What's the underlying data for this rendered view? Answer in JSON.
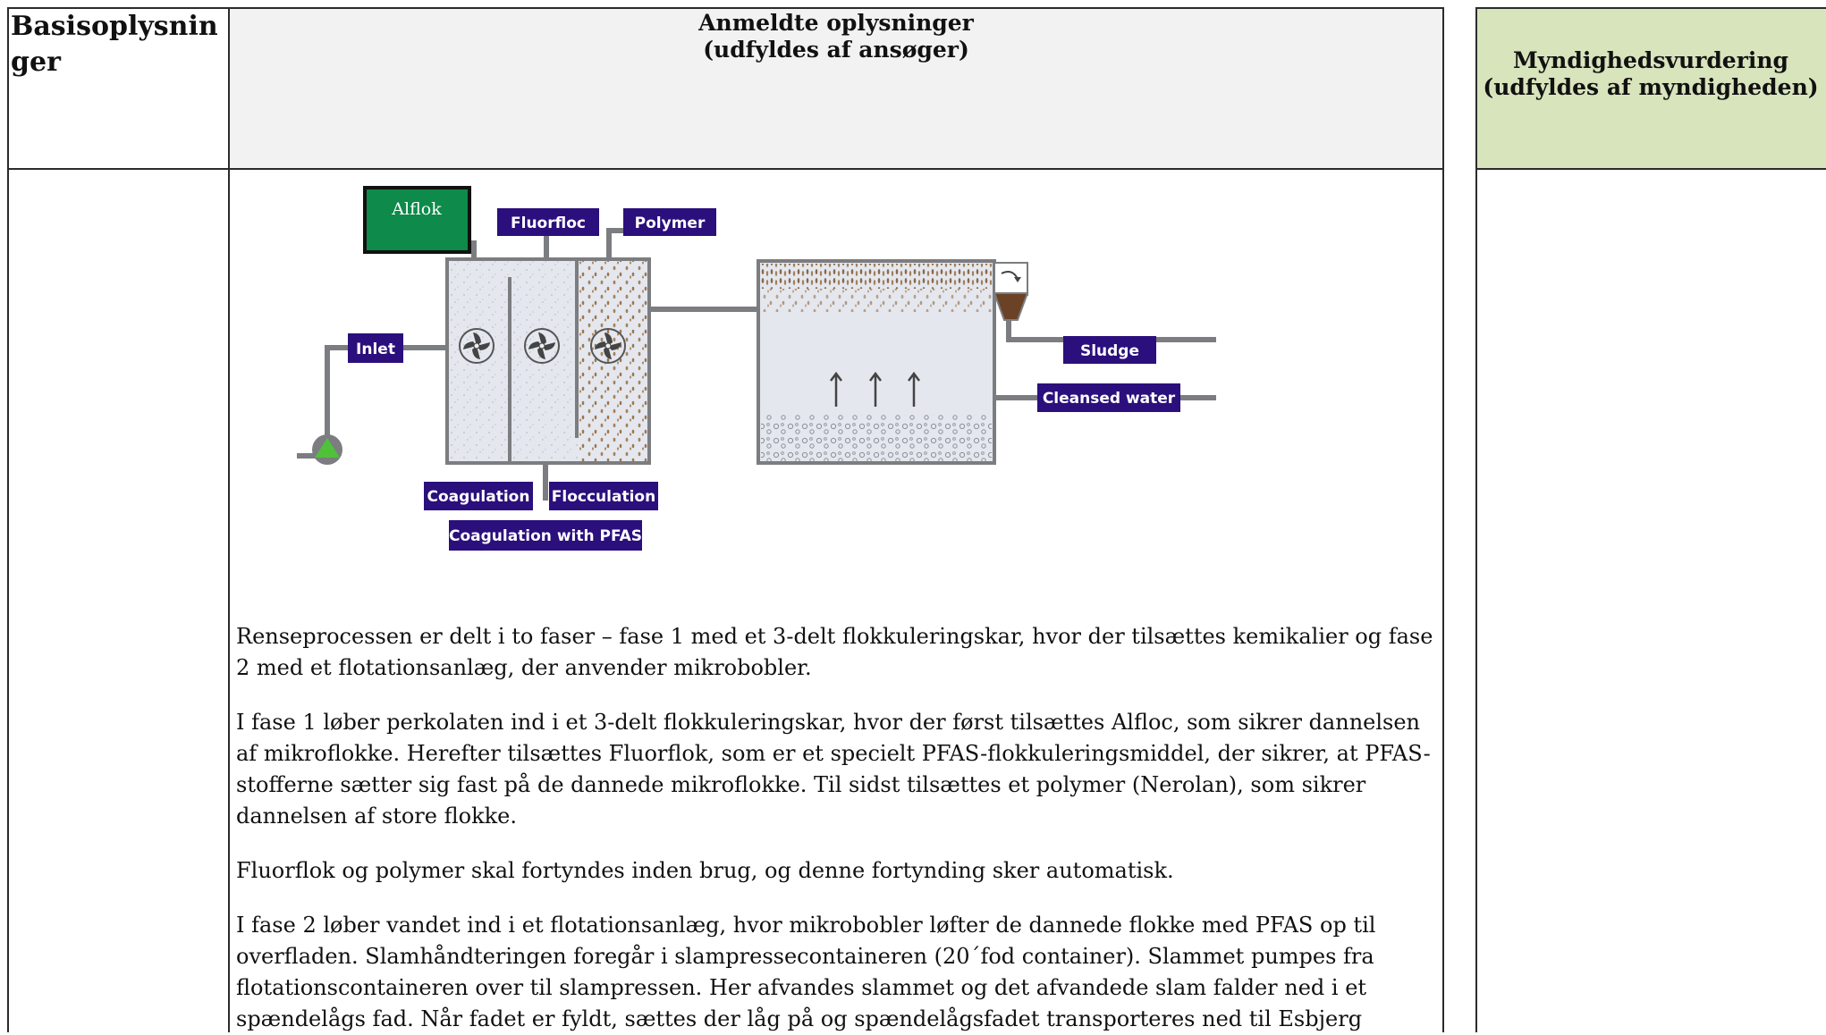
{
  "header": {
    "basis": "Basisoplysninger",
    "center_line1": "Anmeldte oplysninger",
    "center_line2": "(udfyldes af ansøger)",
    "right_line1": "Myndighedsvurdering",
    "right_line2": "(udfyldes af myndigheden)"
  },
  "colors": {
    "right_column_bg": "#d8e4bc",
    "header_bg": "#f2f2f2",
    "label_bg": "#2b0f7c",
    "alflok_bg": "#0e8a4a",
    "pump": "#4fc23a",
    "sludge": "#6b4226"
  },
  "diagram": {
    "alflok": "Alflok",
    "fluorfloc": "Fluorfloc",
    "polymer": "Polymer",
    "inlet": "Inlet",
    "sludge": "Sludge",
    "cleansed_water": "Cleansed water",
    "coagulation": "Coagulation",
    "flocculation": "Flocculation",
    "coagulation_pfas": "Coagulation with PFAS",
    "icons": [
      "pump-icon",
      "mixer-fan-icon",
      "arrow-up-icon"
    ]
  },
  "paragraphs": [
    "Renseprocessen er delt i to faser – fase 1 med et 3-delt flokkuleringskar, hvor der tilsættes kemikalier og fase 2 med et flotationsanlæg, der anvender mikrobobler.",
    "I fase 1 løber perkolaten ind i et 3-delt flokkuleringskar, hvor der først tilsættes Alfloc, som sikrer dannelsen af mikroflokke. Herefter tilsættes Fluorflok, som er et specielt PFAS-flokkuleringsmiddel, der sikrer, at PFAS-stofferne sætter sig fast på de dannede mikroflokke. Til sidst tilsættes et polymer (Nerolan), som sikrer dannelsen af store flokke.",
    "Fluorflok og polymer skal fortyndes inden brug, og denne fortynding sker automatisk.",
    "I fase 2 løber vandet ind i et flotationsanlæg, hvor mikrobobler løfter de dannede flokke med PFAS op til overfladen. Slamhåndteringen foregår i slampressecontaineren (20´fod container). Slammet pumpes fra flotationscontaineren over til slampressen. Her afvandes slammet og det afvandede slam falder ned i et spændelågs fad. Når fadet er fyldt, sættes der låg på og spændelågsfadet transporteres ned til Esbjerg"
  ]
}
